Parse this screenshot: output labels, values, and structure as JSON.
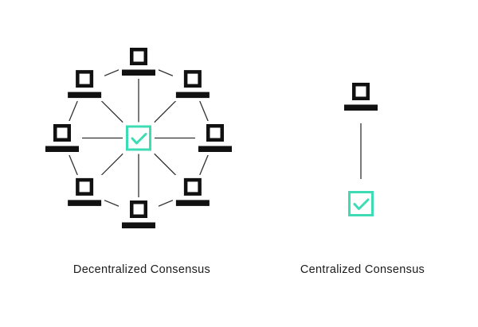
{
  "colors": {
    "background": "#ffffff",
    "node": "#111111",
    "accent": "#3ddcb4",
    "connector": "#333333",
    "caption_text": "#1b1b1b"
  },
  "decentralized": {
    "caption": "Decentralized Consensus",
    "peer_node_count": 8,
    "peer_node_icon": "terminal-node-icon",
    "center_icon": "checkmark-box-icon",
    "spokes_to_center": 8,
    "ring_segments": 8
  },
  "centralized": {
    "caption": "Centralized Consensus",
    "peer_node_count": 1,
    "peer_node_icon": "terminal-node-icon",
    "authority_icon": "checkmark-box-icon",
    "links": 1
  }
}
